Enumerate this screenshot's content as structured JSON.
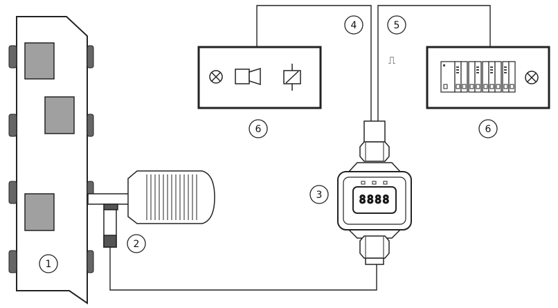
{
  "diagram": {
    "callouts": [
      {
        "id": "c1",
        "text": "1"
      },
      {
        "id": "c2",
        "text": "2"
      },
      {
        "id": "c3",
        "text": "3"
      },
      {
        "id": "c4",
        "text": "4"
      },
      {
        "id": "c5",
        "text": "5"
      },
      {
        "id": "c6a",
        "text": "6"
      },
      {
        "id": "c6b",
        "text": "6"
      }
    ],
    "pulse_symbol": "⎍",
    "display_readout": "8888",
    "icons": [
      "lamp-icon",
      "horn-icon",
      "relay-coil-icon",
      "plc-modules-icon",
      "motor-icon",
      "sensor-icon",
      "belt-conveyor-icon"
    ],
    "colors": {
      "line": "#222222",
      "window_fill": "#a0a0a0",
      "background": "#ffffff"
    }
  }
}
